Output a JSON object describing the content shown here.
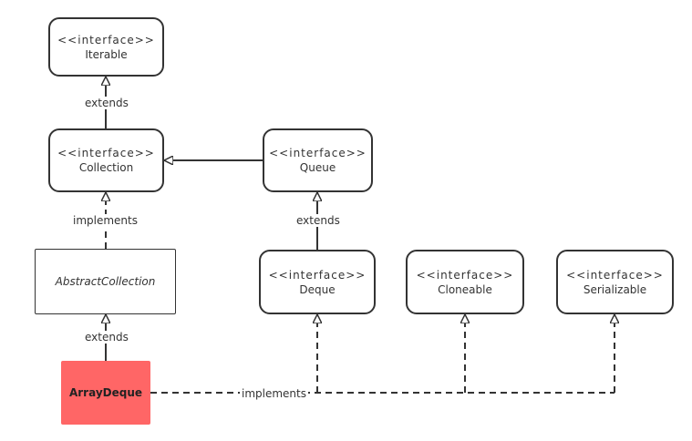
{
  "diagram": {
    "type": "uml-class-hierarchy",
    "accent_color": "#ff6666",
    "line_color": "#333333",
    "nodes": {
      "iterable": {
        "stereotype": "<<interface>>",
        "name": "Iterable"
      },
      "collection": {
        "stereotype": "<<interface>>",
        "name": "Collection"
      },
      "queue": {
        "stereotype": "<<interface>>",
        "name": "Queue"
      },
      "abstract_collection": {
        "name": "AbstractCollection"
      },
      "deque": {
        "stereotype": "<<interface>>",
        "name": "Deque"
      },
      "cloneable": {
        "stereotype": "<<interface>>",
        "name": "Cloneable"
      },
      "serializable": {
        "stereotype": "<<interface>>",
        "name": "Serializable"
      },
      "array_deque": {
        "name": "ArrayDeque"
      }
    },
    "edges": [
      {
        "from": "Collection",
        "to": "Iterable",
        "label": "extends",
        "style": "solid"
      },
      {
        "from": "Queue",
        "to": "Collection",
        "label": "",
        "style": "solid"
      },
      {
        "from": "AbstractCollection",
        "to": "Collection",
        "label": "implements",
        "style": "dashed"
      },
      {
        "from": "Deque",
        "to": "Queue",
        "label": "extends",
        "style": "solid"
      },
      {
        "from": "ArrayDeque",
        "to": "AbstractCollection",
        "label": "extends",
        "style": "solid"
      },
      {
        "from": "ArrayDeque",
        "to": "Deque",
        "label": "implements",
        "style": "dashed"
      },
      {
        "from": "ArrayDeque",
        "to": "Cloneable",
        "label": "",
        "style": "dashed"
      },
      {
        "from": "ArrayDeque",
        "to": "Serializable",
        "label": "",
        "style": "dashed"
      }
    ]
  }
}
